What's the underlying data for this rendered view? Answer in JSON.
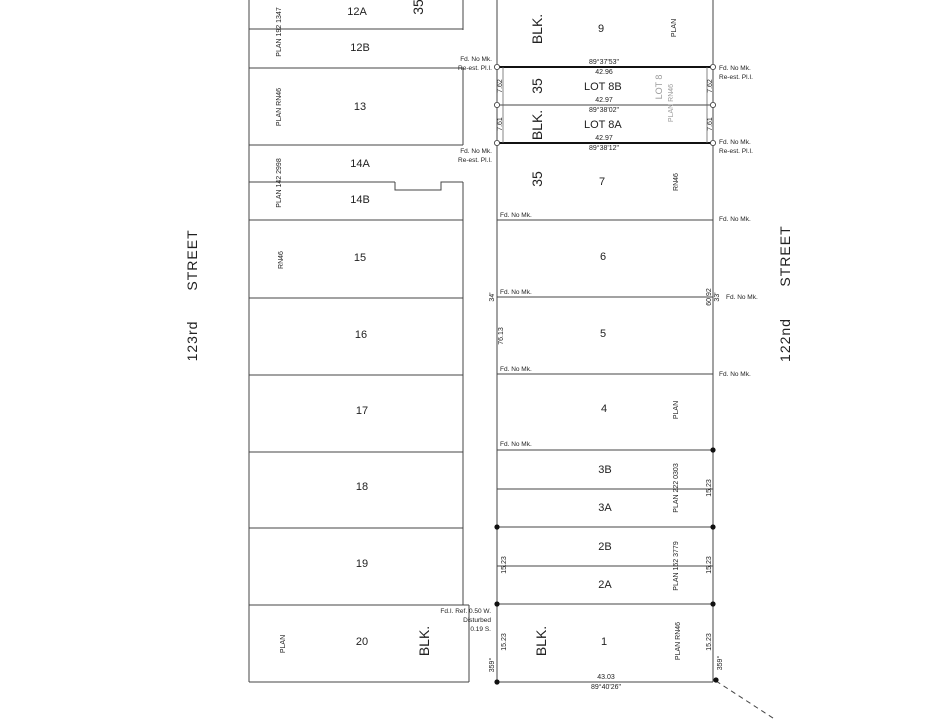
{
  "streets": {
    "west_1": "123rd",
    "west_2": "STREET",
    "east_1": "122nd",
    "east_2": "STREET"
  },
  "west_block": {
    "blk": "BLK.",
    "blk_no": "35",
    "lots": {
      "l12a": "12A",
      "l12b": "12B",
      "l13": "13",
      "l14a": "14A",
      "l14b": "14B",
      "l15": "15",
      "l16": "16",
      "l17": "17",
      "l18": "18",
      "l19": "19",
      "l20": "20"
    },
    "plans": {
      "p12": "PLAN 192 1347",
      "p13": "PLAN RN46",
      "p14": "PLAN 142 2998",
      "p15": "RN46",
      "p20": "PLAN"
    }
  },
  "east_block": {
    "blk": "BLK.",
    "blk_no": "35",
    "lots": {
      "l9": "9",
      "l8b": "LOT 8B",
      "l8a": "LOT 8A",
      "l7": "7",
      "l6": "6",
      "l5": "5",
      "l4": "4",
      "l3b": "3B",
      "l3a": "3A",
      "l2b": "2B",
      "l2a": "2A",
      "l1": "1"
    },
    "plans": {
      "p9": "PLAN",
      "p8_lot": "LOT 8",
      "p8_plan": "PLAN RN46",
      "p7": "RN46",
      "p4": "PLAN",
      "p3": "PLAN 222 0303",
      "p2": "PLAN 162 3779",
      "p1": "PLAN RN46"
    }
  },
  "dimensions": {
    "bearing_top": "89°37'53\"",
    "width_top": "42.96",
    "width_8b": "42.97",
    "bearing_mid": "89°38'02\"",
    "width_8a": "42.97",
    "bearing_8a": "89°38'12\"",
    "depth_762": "7.62",
    "depth_761": "7.61",
    "lane_34": "34'",
    "dim_7613": "76.13",
    "dim_6092": "60.92",
    "east_33": "33'",
    "dim_1523": "15.23",
    "angle_359": "359°",
    "width_bottom": "43.03",
    "bearing_bottom": "89°40'26\""
  },
  "monuments": {
    "fd_no_mk": "Fd. No Mk.",
    "reest": "Re-est. Pl.I.",
    "ref_1": "Fd.I. Ref. 0.50 W.",
    "ref_2": "Disturbed",
    "ref_3": "0.19 S."
  }
}
